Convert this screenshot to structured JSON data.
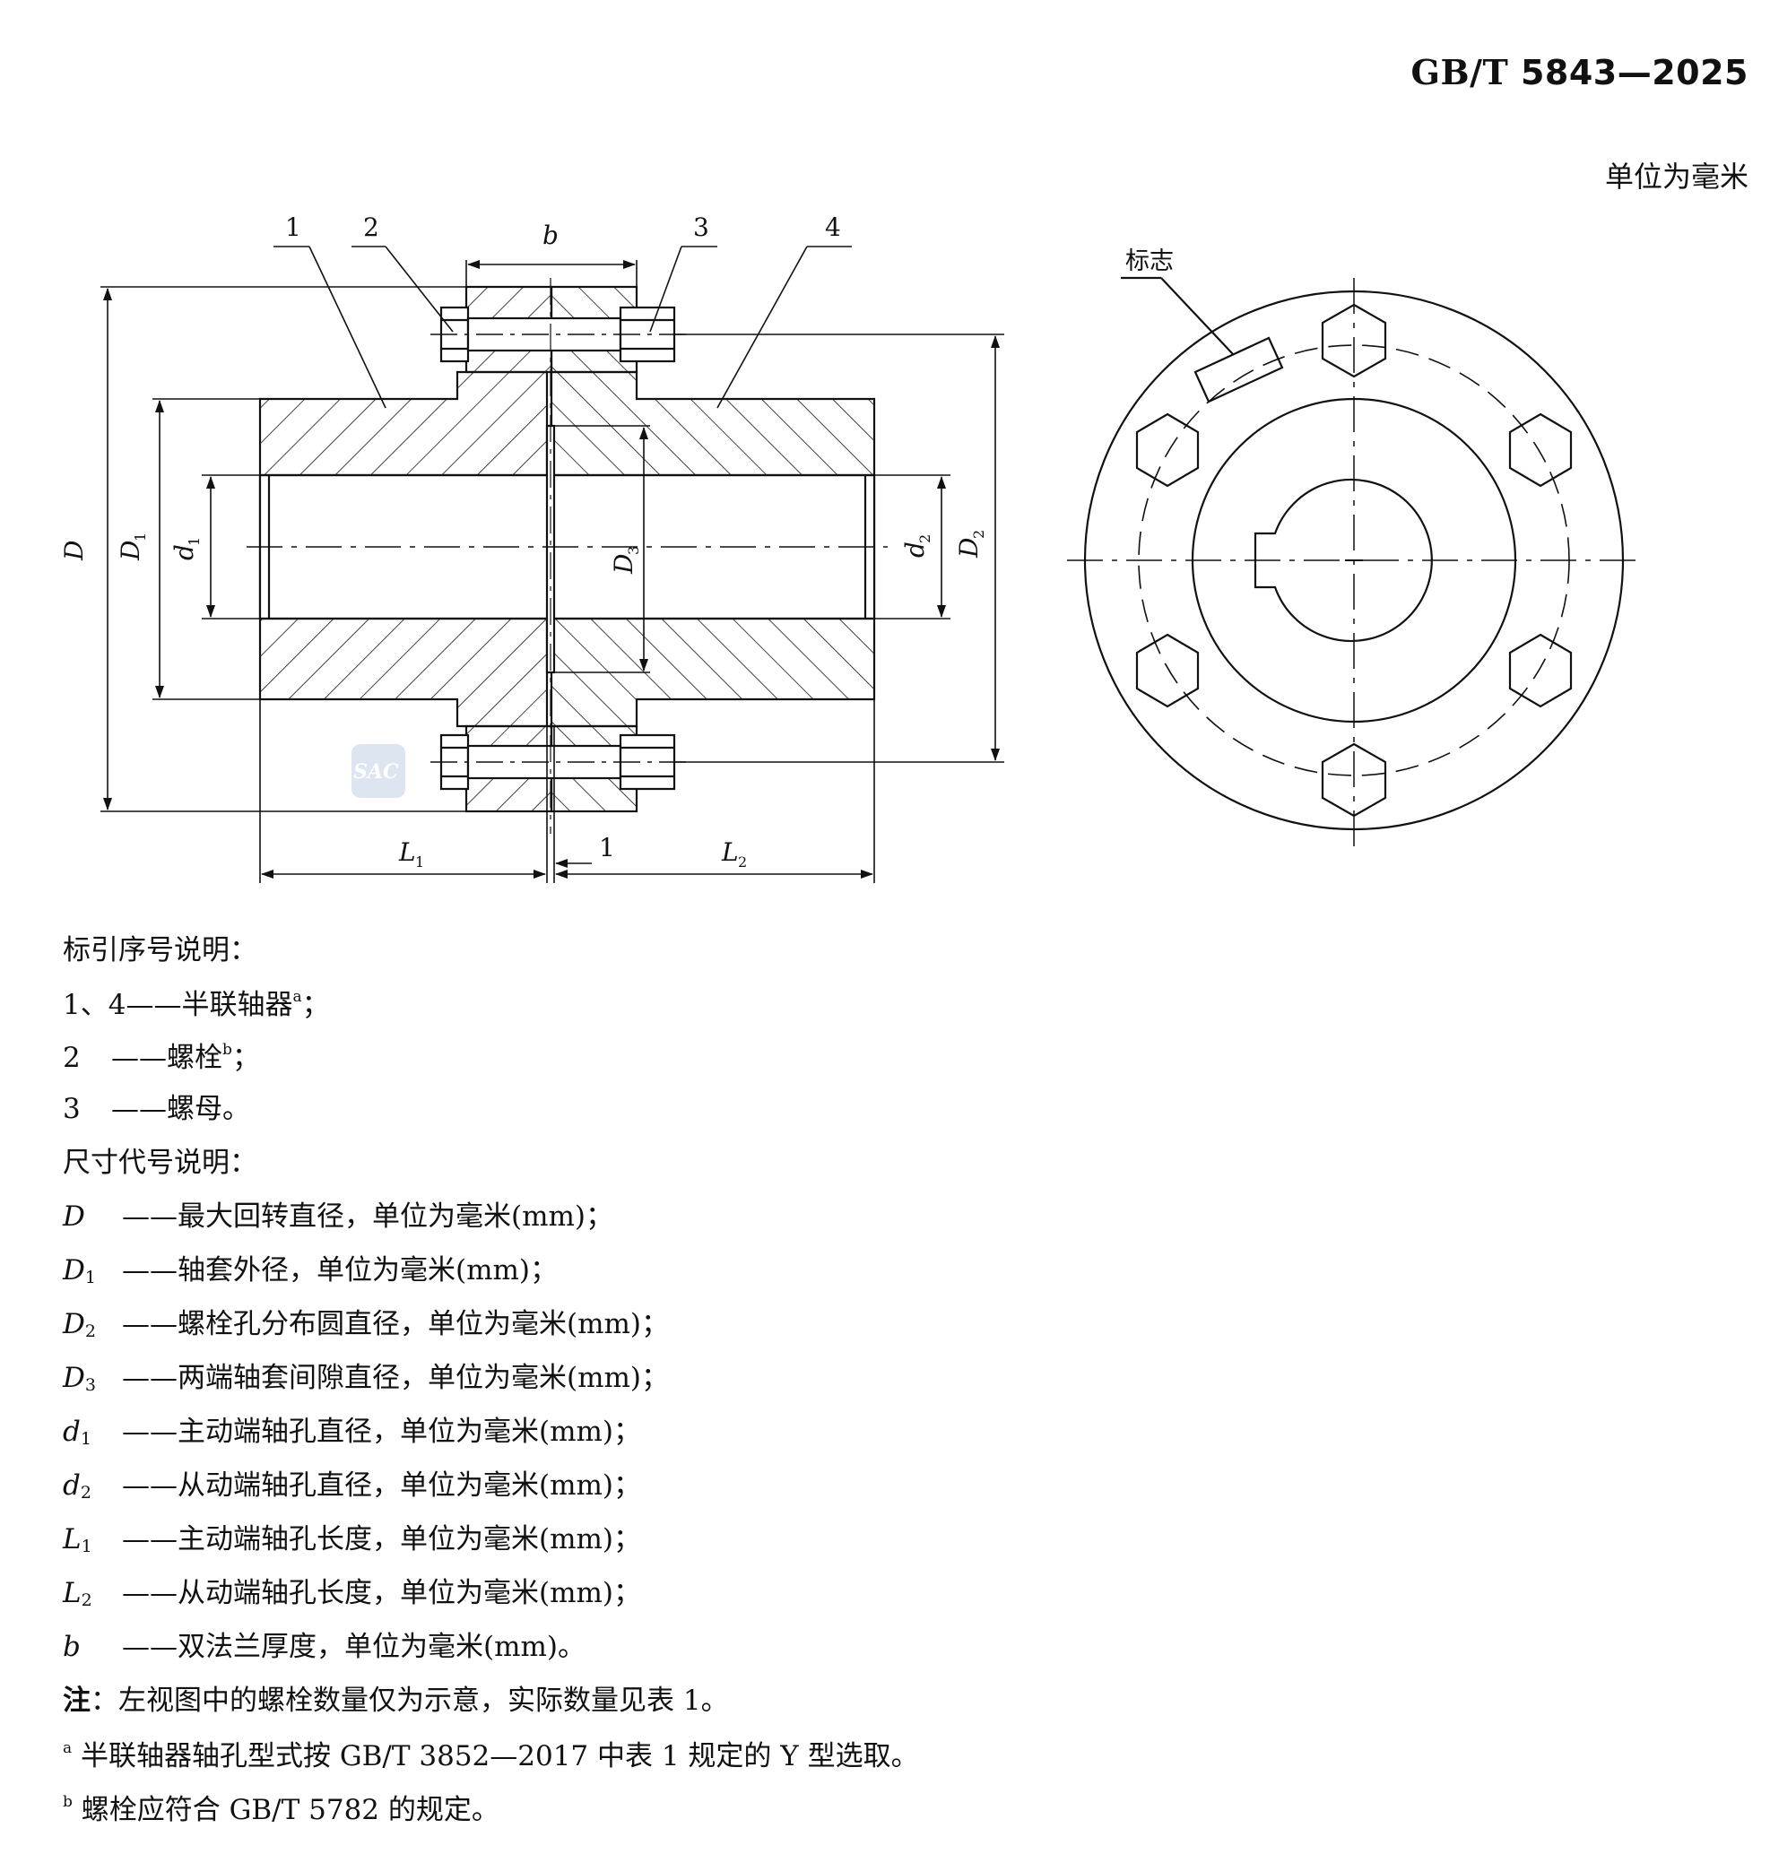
{
  "header": {
    "std_prefix": "GB/T",
    "std_number": "5843—2025",
    "unit_note": "单位为毫米"
  },
  "drawing": {
    "callouts": [
      "1",
      "2",
      "3",
      "4"
    ],
    "dim_labels": {
      "b": "b",
      "D": "D",
      "D1": "D",
      "D2": "D",
      "D3": "D",
      "d1": "d",
      "d2": "d",
      "L1": "L",
      "L2": "L",
      "gap": "1",
      "sub1": "1",
      "sub2": "2",
      "sub3": "3"
    },
    "mark_label": "标志",
    "watermark": "SAC"
  },
  "legend": {
    "parts_title": "标引序号说明：",
    "parts": [
      {
        "id": "1、4",
        "text": "——半联轴器",
        "note": "a",
        "end": "；"
      },
      {
        "id": "2",
        "text": "——螺栓",
        "note": "b",
        "end": "；"
      },
      {
        "id": "3",
        "text": "——螺母。",
        "note": "",
        "end": ""
      }
    ],
    "dims_title": "尺寸代号说明：",
    "dims": [
      {
        "sym": "D",
        "sub": "",
        "text": "——最大回转直径，单位为毫米(mm)；"
      },
      {
        "sym": "D",
        "sub": "1",
        "text": "——轴套外径，单位为毫米(mm)；"
      },
      {
        "sym": "D",
        "sub": "2",
        "text": "——螺栓孔分布圆直径，单位为毫米(mm)；"
      },
      {
        "sym": "D",
        "sub": "3",
        "text": "——两端轴套间隙直径，单位为毫米(mm)；"
      },
      {
        "sym": "d",
        "sub": "1",
        "text": "——主动端轴孔直径，单位为毫米(mm)；"
      },
      {
        "sym": "d",
        "sub": "2",
        "text": "——从动端轴孔直径，单位为毫米(mm)；"
      },
      {
        "sym": "L",
        "sub": "1",
        "text": "——主动端轴孔长度，单位为毫米(mm)；"
      },
      {
        "sym": "L",
        "sub": "2",
        "text": "——从动端轴孔长度，单位为毫米(mm)；"
      },
      {
        "sym": "b",
        "sub": "",
        "text": "——双法兰厚度，单位为毫米(mm)。"
      }
    ],
    "note_label": "注",
    "note_text": "：左视图中的螺栓数量仅为示意，实际数量见表 1。",
    "footnotes": [
      {
        "mark": "a",
        "text": " 半联轴器轴孔型式按 GB/T 3852—2017 中表 1 规定的 Y 型选取。"
      },
      {
        "mark": "b",
        "text": " 螺栓应符合 GB/T 5782 的规定。"
      }
    ]
  }
}
